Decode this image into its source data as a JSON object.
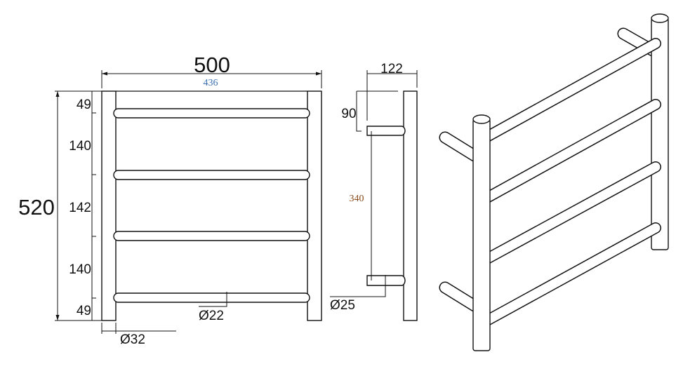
{
  "front_view": {
    "overall_width": "500",
    "inner_width": "436",
    "overall_height": "520",
    "spacings": [
      "49",
      "140",
      "142",
      "140",
      "49"
    ],
    "rail_diameter": "Ø22",
    "post_diameter": "Ø32"
  },
  "side_view": {
    "depth": "122",
    "top_offset": "90",
    "bracket_spacing": "340",
    "bracket_diameter": "Ø25"
  },
  "colors": {
    "line": "#111111",
    "inner_width_text": "#3a6fb0",
    "bracket_spacing_text": "#8a4a1a"
  }
}
